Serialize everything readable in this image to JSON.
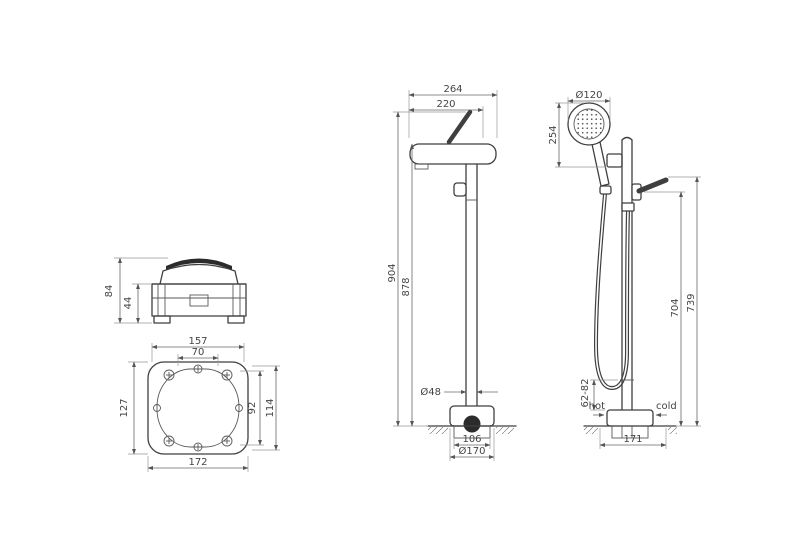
{
  "canvas": {
    "background": "#ffffff",
    "line_color": "#3f3f3f",
    "dim_color": "#666666"
  },
  "views": {
    "valve_side": {
      "dims": {
        "total_height": "84",
        "body_height": "44"
      }
    },
    "valve_top": {
      "dims": {
        "top_width": "157",
        "inner_width": "70",
        "left_height": "127",
        "inner_height": "92",
        "right_height": "114",
        "bottom_width": "172"
      }
    },
    "front": {
      "dims": {
        "spout_total": "264",
        "spout_reach": "220",
        "total_height": "904",
        "spout_height": "878",
        "column_dia": "Ø48",
        "rough_in_width": "106",
        "base_dia": "Ø170"
      }
    },
    "side": {
      "dims": {
        "handshower_dia": "Ø120",
        "handshower_height": "254",
        "hose_outlet_height": "704",
        "handle_height": "739",
        "floor_adjust_range": "62-82",
        "base_width": "171"
      },
      "labels": {
        "hot": "hot",
        "cold": "cold"
      }
    }
  }
}
